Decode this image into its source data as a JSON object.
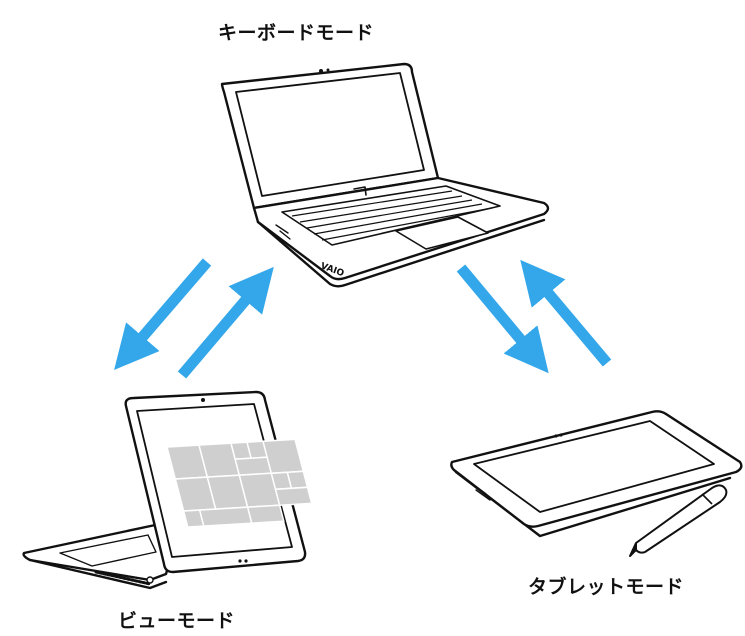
{
  "modes": {
    "keyboard": "キーボードモード",
    "view": "ビューモード",
    "tablet": "タブレットモード"
  },
  "colors": {
    "arrow": "#33a7ea",
    "outline": "#111111",
    "tile": "#cfcfcf",
    "tile_border": "#ffffff"
  },
  "icons": {
    "arrow": "thick-arrow",
    "device": "laptop-outline"
  }
}
